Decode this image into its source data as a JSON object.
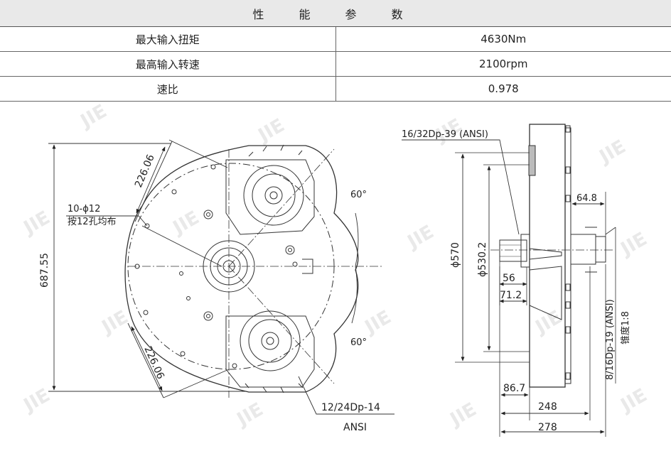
{
  "spec_table": {
    "header": "性 能 参 数",
    "rows": [
      {
        "label": "最大输入扭矩",
        "value": "4630Nm"
      },
      {
        "label": "最高输入转速",
        "value": "2100rpm"
      },
      {
        "label": "速比",
        "value": "0.978"
      }
    ]
  },
  "front_view": {
    "dim_226_top": "226.06",
    "dim_226_bottom": "226.06",
    "dim_height": "687.55",
    "holes_line1": "10-ϕ12",
    "holes_line2": "按12孔均布",
    "angle_top": "60°",
    "angle_bottom": "60°",
    "spline_bottom_line1": "12/24Dp-14",
    "spline_bottom_line2": "ANSI"
  },
  "side_view": {
    "spline_top": "16/32Dp-39 (ANSI)",
    "dia_570": "ϕ570",
    "dia_530": "ϕ530.2",
    "dim_56": "56",
    "dim_71": "71.2",
    "dim_64": "64.8",
    "spline_right": "8/16Dp-19 (ANSI)",
    "taper": "锥度1:8",
    "dim_86": "86.7",
    "dim_248": "248",
    "dim_278": "278"
  },
  "watermark": "JIE"
}
